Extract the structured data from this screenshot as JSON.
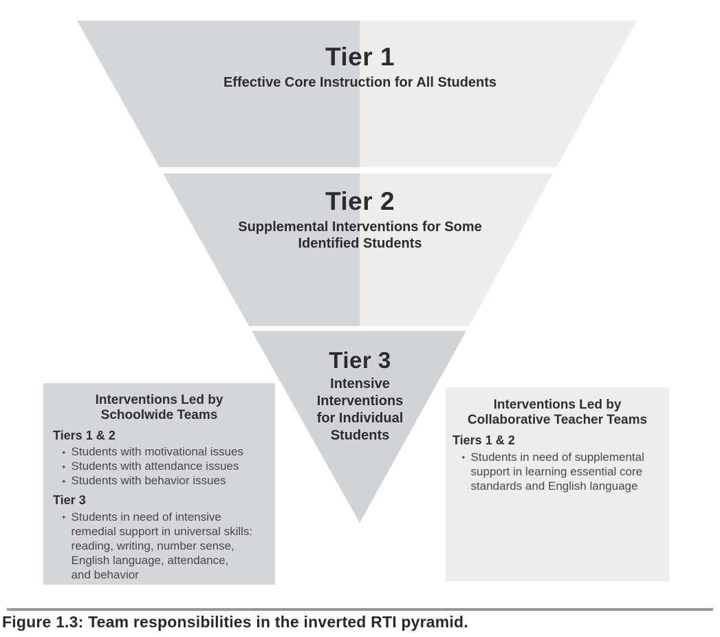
{
  "colors": {
    "pyramid_dark": "#d5d6d8",
    "pyramid_light": "#ededee",
    "tier3_fill": "#d2d3d5",
    "left_box_bg": "#d5d6d8",
    "right_box_bg": "#ededee",
    "rule_gray": "#97999c"
  },
  "bullet_glyph": "✦",
  "pyramid": {
    "tier1": {
      "title": "Tier 1",
      "subtitle": "Effective Core Instruction for All Students"
    },
    "tier2": {
      "title": "Tier 2",
      "subtitle": "Supplemental Interventions for Some\nIdentified Students"
    },
    "tier3": {
      "title": "Tier 3",
      "subtitle": "Intensive\nInterventions\nfor Individual\nStudents"
    }
  },
  "left_box": {
    "heading": "Interventions Led by\nSchoolwide Teams",
    "sections": [
      {
        "label": "Tiers 1 & 2",
        "bullets": [
          "Students with motivational issues",
          "Students with attendance issues",
          "Students with behavior issues"
        ]
      },
      {
        "label": "Tier 3",
        "bullets": [
          "Students in need of intensive\nremedial support in universal skills:\nreading, writing, number sense,\nEnglish language, attendance,\nand behavior"
        ]
      }
    ]
  },
  "right_box": {
    "heading": "Interventions Led by\nCollaborative Teacher Teams",
    "sections": [
      {
        "label": "Tiers 1 & 2",
        "bullets": [
          "Students in need of supplemental\nsupport in learning essential core\nstandards and English language"
        ]
      }
    ]
  },
  "caption": "Figure 1.3: Team responsibilities in the inverted RTI pyramid."
}
